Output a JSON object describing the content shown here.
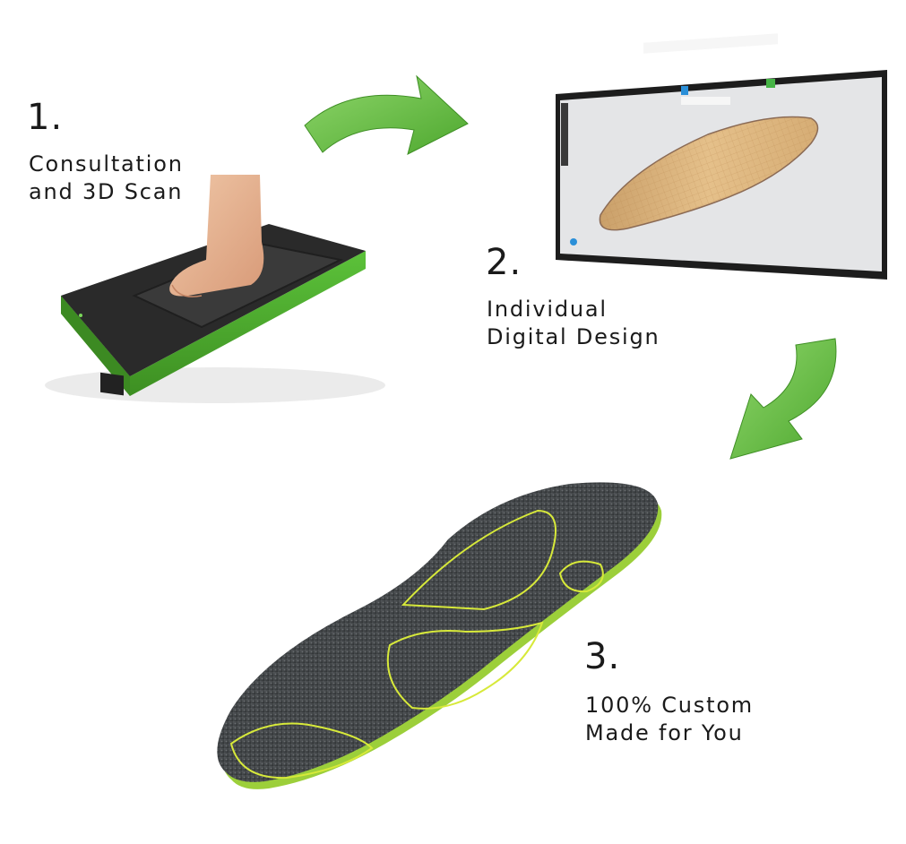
{
  "steps": [
    {
      "number": "1.",
      "label": "Consultation\nand 3D Scan",
      "illustration": "foot-scanner"
    },
    {
      "number": "2.",
      "label": "Individual\nDigital Design",
      "illustration": "monitor-cad-insole"
    },
    {
      "number": "3.",
      "label": "100% Custom\nMade for You",
      "illustration": "custom-insole"
    }
  ],
  "arrows": [
    {
      "from": 1,
      "to": 2,
      "direction": "right"
    },
    {
      "from": 2,
      "to": 3,
      "direction": "down-left"
    }
  ],
  "colors": {
    "arrow_green": "#6cc04a",
    "scanner_green": "#4fae2f",
    "scanner_top": "#2a2a2a",
    "insole_dark": "#3d4042",
    "insole_outline": "#d7e93a",
    "cad_insole": "#d9b17a",
    "monitor_bezel": "#1d1d1d",
    "monitor_screen": "#e4e5e7"
  }
}
